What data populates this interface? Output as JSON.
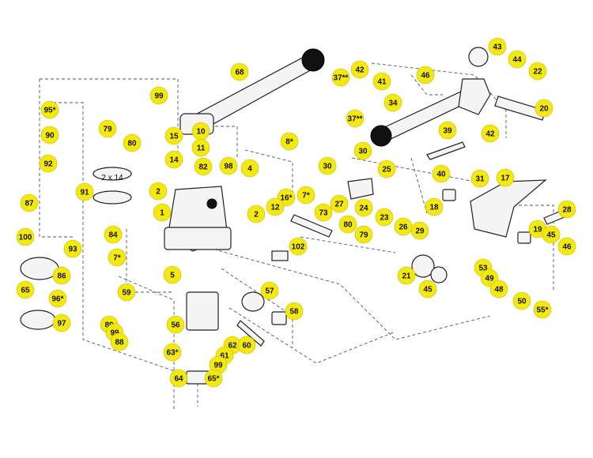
{
  "diagram": {
    "spring_note": "2 x 14",
    "callouts": [
      "95*",
      "90",
      "92",
      "87",
      "91",
      "100",
      "93",
      "86",
      "65",
      "96*",
      "97",
      "79",
      "80",
      "99",
      "15",
      "14",
      "2",
      "1",
      "68",
      "37**",
      "10",
      "11",
      "82",
      "98",
      "4",
      "8*",
      "16*",
      "12",
      "2",
      "84",
      "7*",
      "5",
      "59",
      "89",
      "99",
      "88",
      "56",
      "63*",
      "57",
      "58",
      "62",
      "60",
      "61",
      "99",
      "64",
      "65*",
      "30",
      "30",
      "7*",
      "25",
      "27",
      "24",
      "23",
      "73",
      "80",
      "79",
      "102",
      "40",
      "39",
      "18",
      "26",
      "29",
      "37**",
      "34",
      "42",
      "41",
      "46",
      "43",
      "44",
      "22",
      "20",
      "42",
      "31",
      "17",
      "28",
      "19",
      "45",
      "46",
      "21",
      "45",
      "53",
      "49",
      "48",
      "50",
      "55*"
    ]
  }
}
